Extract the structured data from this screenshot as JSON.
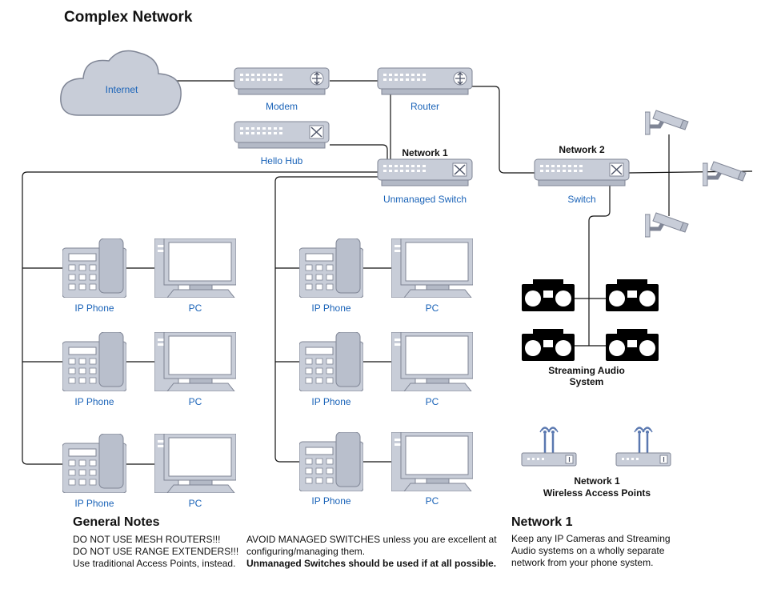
{
  "title": "Complex Network",
  "nodes": {
    "internet": "Internet",
    "modem": "Modem",
    "router": "Router",
    "hello_hub": "Hello Hub",
    "unmanaged_switch": "Unmanaged Switch",
    "switch2": "Switch",
    "streaming_audio_1": "Streaming Audio",
    "streaming_audio_2": "System",
    "wap_1": "Network 1",
    "wap_2": "Wireless Access Points"
  },
  "networks": {
    "n1": "Network 1",
    "n2": "Network 2"
  },
  "endpoints": {
    "phone": "IP Phone",
    "pc": "PC"
  },
  "notes": {
    "general_heading": "General Notes",
    "general": [
      "DO NOT USE MESH ROUTERS!!!",
      "DO NOT USE RANGE EXTENDERS!!!",
      "Use traditional Access Points, instead."
    ],
    "switches": [
      "AVOID MANAGED SWITCHES unless you are excellent at",
      "configuring/managing them."
    ],
    "switches_bold": "Unmanaged Switches should be used if at all possible.",
    "network1_heading": "Network 1",
    "network1": [
      "Keep any IP Cameras and Streaming",
      "Audio systems on a wholly separate",
      "network from your phone system."
    ]
  }
}
